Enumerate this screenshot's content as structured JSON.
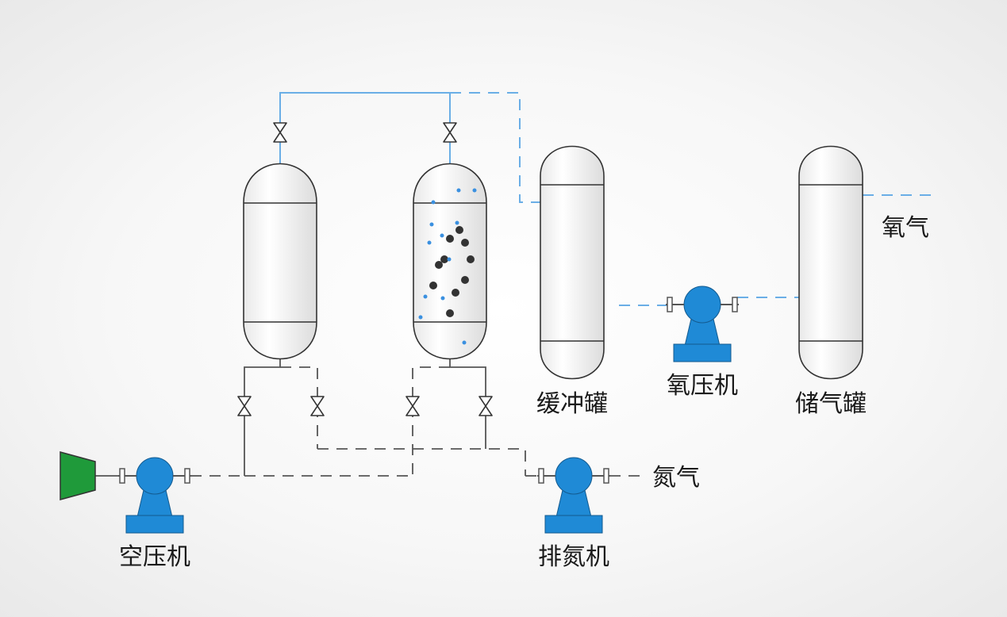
{
  "labels": {
    "air_compressor": "空压机",
    "nitrogen_exhaust_fan": "排氮机",
    "nitrogen": "氮气",
    "buffer_tank": "缓冲罐",
    "oxygen_compressor": "氧压机",
    "storage_tank": "储气罐",
    "oxygen": "氧气"
  },
  "colors": {
    "oxygen_line": "#6aaee6",
    "nitrogen_line": "#555555",
    "equipment_blue": "#1f8ad6",
    "intake_green": "#1f9a3a",
    "molecule_dark": "#333333",
    "molecule_blue": "#3a90e0",
    "vessel_fill": "#ffffff",
    "vessel_stroke": "#333333"
  }
}
